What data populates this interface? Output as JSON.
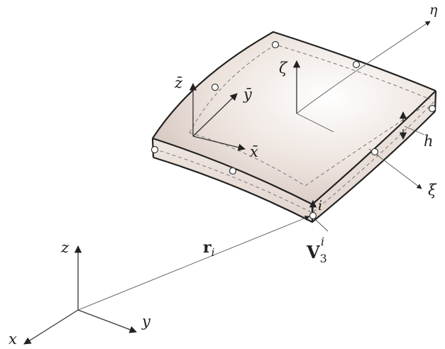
{
  "labels": {
    "global_x": "x",
    "global_y": "y",
    "global_z": "z",
    "local_x_bar": "x̄",
    "local_y_bar": "ȳ",
    "local_z_bar": "z̄",
    "zeta": "ζ",
    "xi": "ξ",
    "eta": "η",
    "thickness": "h",
    "node": "i",
    "position_vector": "r",
    "position_vector_sub": "i",
    "normal_vector": "V",
    "normal_vector_sub": "3",
    "normal_vector_sup": "i"
  }
}
